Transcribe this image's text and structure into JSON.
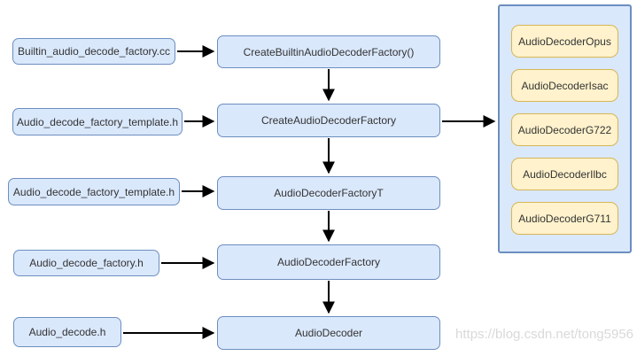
{
  "files": [
    {
      "label": "Builtin_audio_decode_factory.cc"
    },
    {
      "label": "Audio_decode_factory_template.h"
    },
    {
      "label": "Audio_decode_factory_template.h"
    },
    {
      "label": "Audio_decode_factory.h"
    },
    {
      "label": "Audio_decode.h"
    }
  ],
  "nodes": [
    {
      "label": "CreateBuiltinAudioDecoderFactory()"
    },
    {
      "label": "CreateAudioDecoderFactory"
    },
    {
      "label": "AudioDecoderFactoryT"
    },
    {
      "label": "AudioDecoderFactory"
    },
    {
      "label": "AudioDecoder"
    }
  ],
  "decoders": [
    {
      "label": "AudioDecoderOpus"
    },
    {
      "label": "AudioDecoderIsac"
    },
    {
      "label": "AudioDecoderG722"
    },
    {
      "label": "AudioDecoderIlbc"
    },
    {
      "label": "AudioDecoderG711"
    }
  ],
  "watermark": {
    "text": "https://blog.csdn.net/tong5956"
  },
  "colors": {
    "node_fill": "#dae8fc",
    "node_border": "#6c8ebf",
    "decoder_fill": "#fff2cc",
    "decoder_border": "#d6b656",
    "arrow": "#000000",
    "watermark": "#d9d9d9"
  }
}
